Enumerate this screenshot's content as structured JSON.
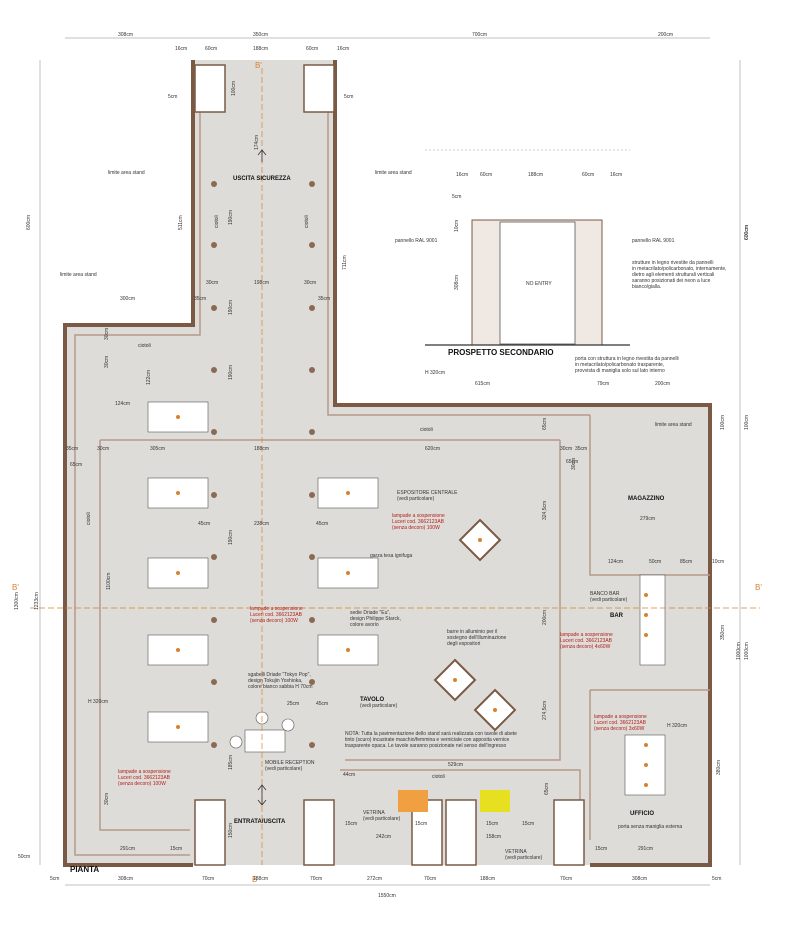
{
  "titles": {
    "plan": "PIANTA",
    "elevation": "PROSPETTO SECONDARIO"
  },
  "rooms": {
    "magazzino": "MAGAZZINO",
    "bar": "BAR",
    "ufficio": "UFFICIO",
    "uscita": "USCITA SICUREZZA",
    "entrata": "ENTRATA/USCITA",
    "no_entry": "NO ENTRY"
  },
  "section_marks": {
    "b_top": "B'",
    "b_bottom": "B",
    "b_left": "B'",
    "b_right": "B'"
  },
  "dims_top": [
    "308cm",
    "350cm",
    "700cm",
    "200cm"
  ],
  "dims_top2": [
    "16cm",
    "60cm",
    "188cm",
    "60cm",
    "16cm"
  ],
  "dims_bottom": [
    "5cm",
    "308cm",
    "70cm",
    "188cm",
    "70cm",
    "272cm",
    "70cm",
    "188cm",
    "70cm",
    "308cm",
    "5cm"
  ],
  "dims_total": "1550cm",
  "dims_left": [
    "600cm",
    "1300cm",
    "1233cm",
    "50cm"
  ],
  "dims_right": [
    "600cm",
    "100cm",
    "1000cm"
  ],
  "dims_inner": {
    "d_5a": "5cm",
    "d_5b": "5cm",
    "d_100": "100cm",
    "d_174": "174cm",
    "d_511": "511cm",
    "d_711": "711cm",
    "d_190a": "190cm",
    "d_190b": "190cm",
    "d_198": "198cm",
    "d_30a": "30cm",
    "d_30b": "30cm",
    "d_35a": "35cm",
    "d_35b": "35cm",
    "d_300": "300cm",
    "d_30c": "30cm",
    "d_30d": "30cm",
    "d_122": "122cm",
    "d_124": "124cm",
    "d_615": "615cm",
    "d_79": "79cm",
    "d_200": "200cm",
    "d_h320a": "H 320cm",
    "d_305": "305cm",
    "d_188": "188cm",
    "d_620": "620cm",
    "d_35c": "35cm",
    "d_30e": "30cm",
    "d_65a": "65cm",
    "d_65b": "65cm",
    "d_30f": "30cm",
    "d_35d": "35cm",
    "d_65c": "65cm",
    "d_45a": "45cm",
    "d_238": "238cm",
    "d_45b": "45cm",
    "d_1100": "1100cm",
    "d_190c": "190cm",
    "d_190d": "190cm",
    "d_324": "324,5cm",
    "d_200b": "200cm",
    "d_279": "279cm",
    "d_124b": "124cm",
    "d_50": "50cm",
    "d_85": "85cm",
    "d_10": "10cm",
    "d_350": "350cm",
    "d_1000": "1000cm",
    "d_274": "274,5cm",
    "d_h320b": "H 320cm",
    "d_380": "380cm",
    "d_25": "25cm",
    "d_45c": "45cm",
    "d_185": "185cm",
    "d_529": "529cm",
    "d_44": "44cm",
    "d_15a": "15cm",
    "d_15b": "15cm",
    "d_242": "242cm",
    "d_15c": "15cm",
    "d_15d": "15cm",
    "d_158": "158cm",
    "d_291a": "291cm",
    "d_15e": "15cm",
    "d_291b": "291cm",
    "d_15f": "15cm",
    "d_150": "150cm",
    "d_30g": "30cm",
    "d_h320c": "H 320cm",
    "d_100b": "100cm",
    "d_65d": "65cm",
    "d_30h": "30cm"
  },
  "labels": {
    "limite1": "limite area stand",
    "limite2": "limite area stand",
    "limite3": "limite area stand",
    "limite4": "limite area stand",
    "ciotoli1": "ciotoli",
    "ciotoli2": "ciotoli",
    "ciotoli3": "ciotoli",
    "ciotoli4": "ciotoli",
    "ciotoli5": "ciotoli",
    "ciotoli6": "ciotoli",
    "espositore": "ESPOSITORE CENTRALE",
    "espositore_sub": "(vedi particolare)",
    "garza": "garza tesa ignifuga",
    "sedie1": "sedie Driade \"Eu\",",
    "sedie2": "design Philippe Starck,",
    "sedie3": "colore avorio",
    "tavolo": "TAVOLO",
    "tavolo_sub": "(vedi particolare)",
    "sgabelli1": "sgabelli Driade \"Tokyo Pop\",",
    "sgabelli2": "design Tokujin Yoshioka,",
    "sgabelli3": "colore bianco sabbia H 70cm",
    "mobile": "MOBILE RECEPTION",
    "mobile_sub": "(vedi particolare)",
    "barre1": "barre in alluminio per il",
    "barre2": "sostegno dell'illuminazione",
    "barre3": "degli espositori",
    "banco": "BANCO BAR",
    "banco_sub": "(vedi particolare)",
    "vetrina1": "VETRINA",
    "vetrina1_sub": "(vedi particolare)",
    "vetrina2": "VETRINA",
    "vetrina2_sub": "(vedi particolare)",
    "porta": "porta senza maniglia esterna",
    "nota1": "NOTA: Tutta la pavimentazione dello stand sarà realizzata con tavole di abete",
    "nota2": "tinto (scuro) incastrate maschio/femmina e verniciate con apposita vernice",
    "nota3": "trasparente opaca. Le tavole saranno posizionate nel senso dell'ingresso"
  },
  "lamps": {
    "l1a": "lampade a sospensione",
    "l1b": "Luceri cod. 3662123AB",
    "l1c": "(senza decoro) 100W",
    "l2a": "lampade a sospensione",
    "l2b": "Luceri cod. 3662123AB",
    "l2c": "(senza decoro) 100W",
    "l3a": "lampade a sospensione",
    "l3b": "Luceri cod. 3662123AB",
    "l3c": "(senza decoro) 100W",
    "l4a": "lampade a sospensione",
    "l4b": "Luceri cod. 3662123AB",
    "l4c": "(senza decoro) 4x60W",
    "l5a": "lampade a sospensione",
    "l5b": "Luceri cod. 3662123AB",
    "l5c": "(senza decoro) 3x60W"
  },
  "elevation": {
    "dims_top": [
      "16cm",
      "60cm",
      "188cm",
      "60cm",
      "16cm"
    ],
    "d_5": "5cm",
    "d_10": "10cm",
    "d_308": "308cm",
    "pannello_left": "pannello RAL 9001",
    "pannello_right": "pannello RAL 9001",
    "strutture1": "strutture in legno rivestite da pannelli",
    "strutture2": "in metacrilato/policarbonato, internamente,",
    "strutture3": "dietro agli elementi strutturali verticali",
    "strutture4": "saranno posizionati dei neon a luce",
    "strutture5": "bianco/gialla.",
    "porta1": "porta con struttura in legno rivestita da pannelli",
    "porta2": "in metacrilato/policarbonato trasparente,",
    "porta3": "provvista di maniglia solo sul lato interno",
    "d_right": "600cm"
  },
  "colors": {
    "wall": "#8a6a55",
    "floor": "#dedcd8",
    "accent": "#d9822b",
    "lamp": "#b3201b",
    "vetrina_orange": "#f0a040",
    "vetrina_yellow": "#e6e020"
  }
}
